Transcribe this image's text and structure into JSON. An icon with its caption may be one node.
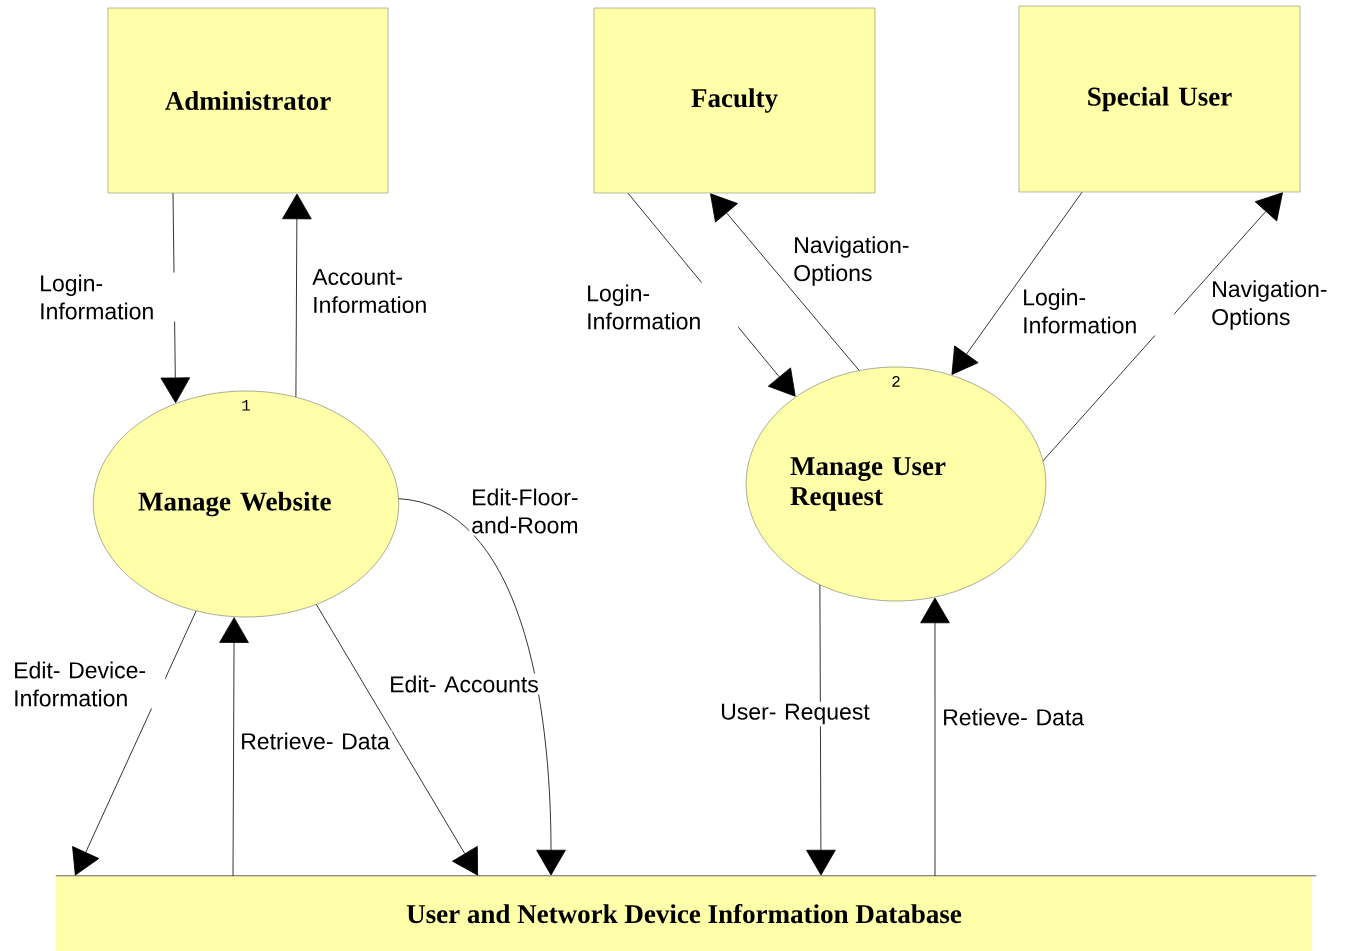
{
  "diagram": {
    "nodes": [
      {
        "text": [
          "Administrator"
        ]
      },
      {
        "text": [
          "Faculty"
        ]
      },
      {
        "text": [
          "Special User"
        ]
      },
      {
        "text": [
          "1",
          "Manage Website"
        ]
      },
      {
        "text": [
          "2",
          "Manage User Request"
        ]
      },
      {
        "text": [
          "User and Network Device Information Database"
        ]
      }
    ],
    "edges": [
      {
        "from": 0,
        "to": 3,
        "arrow": "to",
        "label": "Login- Information"
      },
      {
        "from": 3,
        "to": 0,
        "arrow": "to",
        "label": "Account- Information"
      },
      {
        "from": 1,
        "to": 4,
        "arrow": "to",
        "label": "Login- Information"
      },
      {
        "from": 4,
        "to": 1,
        "arrow": "to",
        "label": "Navigation- Options"
      },
      {
        "from": 2,
        "to": 4,
        "arrow": "to",
        "label": "Login- Information"
      },
      {
        "from": 4,
        "to": 2,
        "arrow": "to",
        "label": "Navigation- Options"
      },
      {
        "from": 3,
        "to": 5,
        "arrow": "to",
        "label": "Edit- Device- Information"
      },
      {
        "from": 5,
        "to": 3,
        "arrow": "to",
        "label": "Retrieve- Data"
      },
      {
        "from": 3,
        "to": 5,
        "arrow": "to",
        "label": "Edit- Accounts"
      },
      {
        "from": 3,
        "to": 5,
        "arrow": "to",
        "label": "Edit-Floor- and-Room"
      },
      {
        "from": 4,
        "to": 5,
        "arrow": "to",
        "label": "User- Request"
      },
      {
        "from": 5,
        "to": 4,
        "arrow": "to",
        "label": "Retieve- Data"
      }
    ]
  }
}
